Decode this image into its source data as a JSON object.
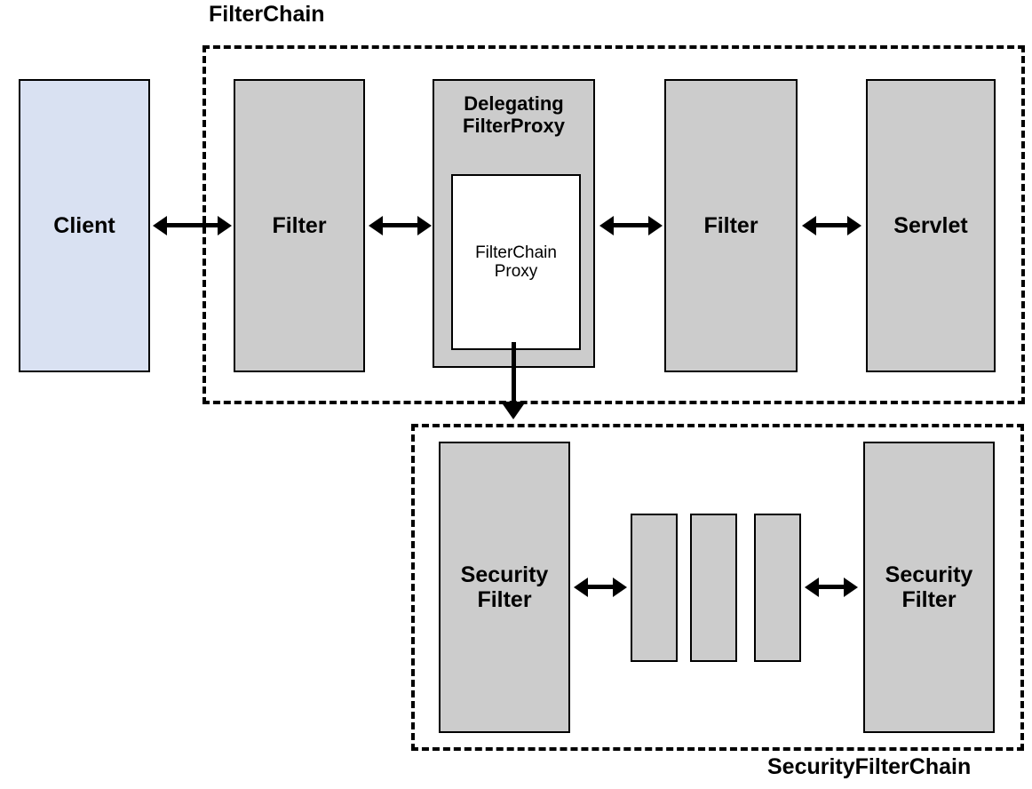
{
  "diagram": {
    "title": "Spring Security FilterChain / SecurityFilterChain architecture",
    "colors": {
      "gray_fill": "#cccccc",
      "blue_fill": "#d9e1f2",
      "white_fill": "#ffffff",
      "stroke": "#000000"
    },
    "groups": [
      {
        "id": "filter-chain",
        "label": "FilterChain",
        "style": "dashed"
      },
      {
        "id": "security-filter-chain",
        "label": "SecurityFilterChain",
        "style": "dashed"
      }
    ],
    "nodes": [
      {
        "id": "client",
        "label": "Client",
        "fill": "blue"
      },
      {
        "id": "filter-1",
        "label": "Filter",
        "fill": "gray"
      },
      {
        "id": "delegating-proxy",
        "label": "Delegating\nFilterProxy",
        "label_line1": "Delegating",
        "label_line2": "FilterProxy",
        "fill": "gray"
      },
      {
        "id": "filter-chain-proxy",
        "label_line1": "FilterChain",
        "label_line2": "Proxy",
        "fill": "white"
      },
      {
        "id": "filter-2",
        "label": "Filter",
        "fill": "gray"
      },
      {
        "id": "servlet",
        "label": "Servlet",
        "fill": "gray"
      },
      {
        "id": "security-filter-1",
        "label_line1": "Security",
        "label_line2": "Filter",
        "fill": "gray"
      },
      {
        "id": "security-filter-2",
        "label_line1": "Security",
        "label_line2": "Filter",
        "fill": "gray"
      },
      {
        "id": "anon-filter-1",
        "label": "",
        "fill": "gray"
      },
      {
        "id": "anon-filter-2",
        "label": "",
        "fill": "gray"
      },
      {
        "id": "anon-filter-3",
        "label": "",
        "fill": "gray"
      }
    ],
    "connections": [
      {
        "from": "client",
        "to": "filter-1",
        "kind": "bidirectional"
      },
      {
        "from": "filter-1",
        "to": "delegating-proxy",
        "kind": "bidirectional"
      },
      {
        "from": "delegating-proxy",
        "to": "filter-2",
        "kind": "bidirectional"
      },
      {
        "from": "filter-2",
        "to": "servlet",
        "kind": "bidirectional"
      },
      {
        "from": "filter-chain-proxy",
        "to": "security-filter-chain",
        "kind": "directional-down"
      },
      {
        "from": "security-filter-1",
        "to": "anon-filter-1",
        "kind": "bidirectional"
      },
      {
        "from": "anon-filter-3",
        "to": "security-filter-2",
        "kind": "bidirectional"
      }
    ]
  }
}
